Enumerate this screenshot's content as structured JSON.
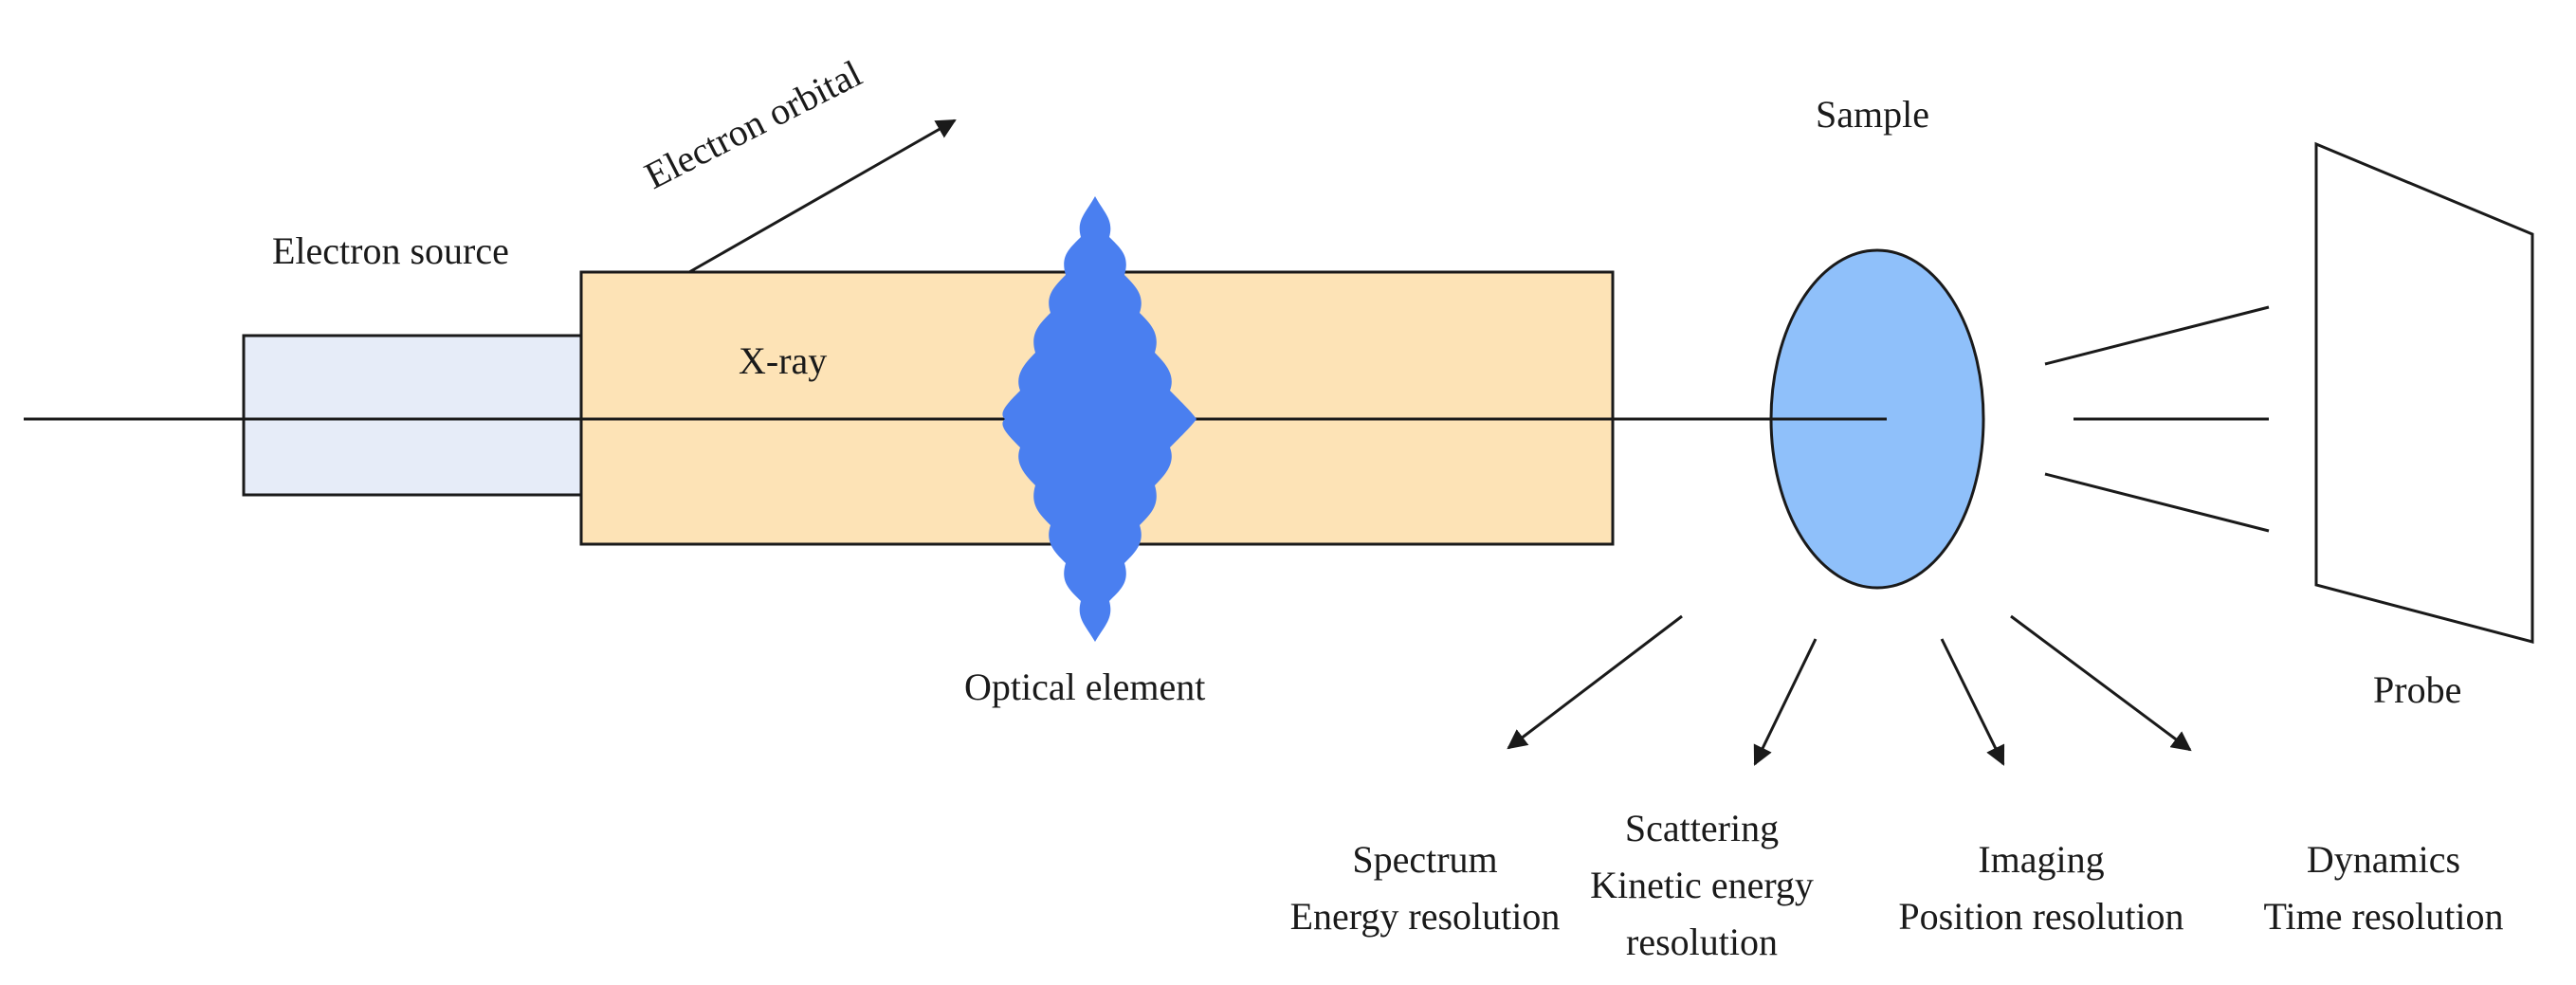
{
  "labels": {
    "electron_source": "Electron source",
    "electron_orbital": "Electron orbital",
    "xray": "X-ray",
    "optical_element": "Optical element",
    "sample": "Sample",
    "probe": "Probe"
  },
  "outputs": [
    {
      "lines": [
        "Spectrum",
        "Energy resolution"
      ]
    },
    {
      "lines": [
        "Scattering",
        "Kinetic energy",
        "resolution"
      ]
    },
    {
      "lines": [
        "Imaging",
        "Position resolution"
      ]
    },
    {
      "lines": [
        "Dynamics",
        "Time resolution"
      ]
    }
  ],
  "colors": {
    "electron_source_fill": "#e6ecf8",
    "xray_tube_fill": "#fde3b6",
    "optical_element_fill": "#4a7ff0",
    "sample_fill": "#8fc0fa",
    "line": "#1a1a1a"
  }
}
